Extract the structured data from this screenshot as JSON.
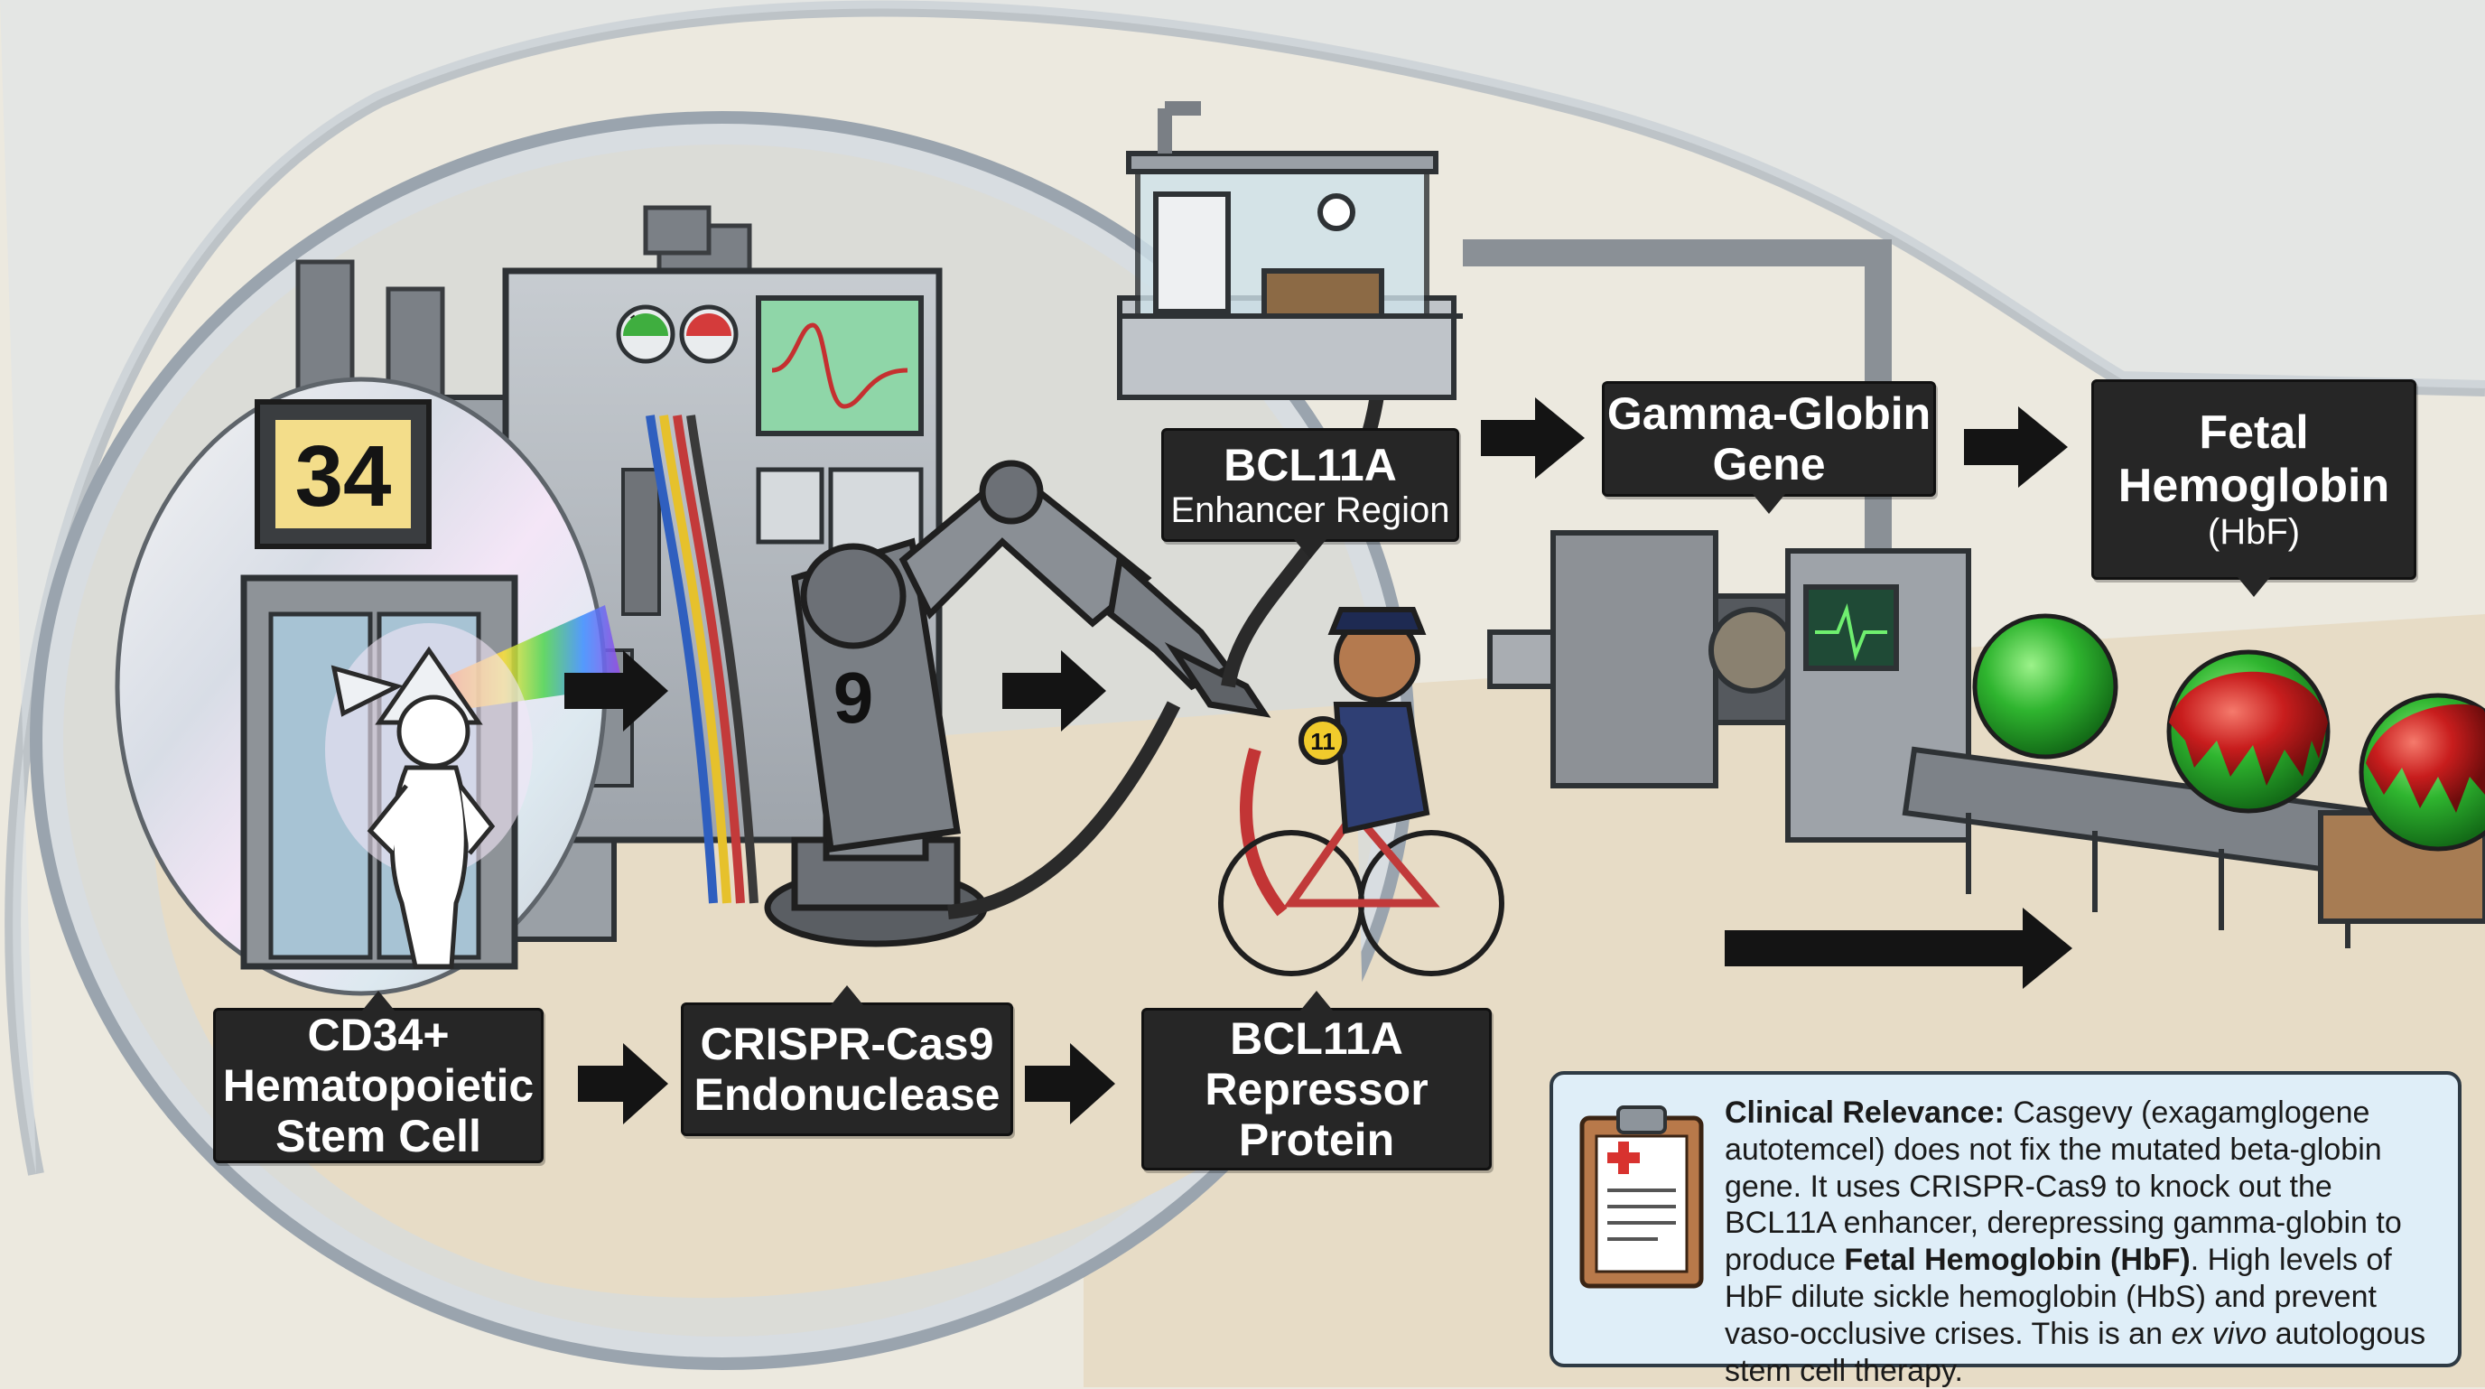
{
  "cells": {
    "cd34": "CD34+",
    "cd34_l2": "Hematopoietic",
    "cd34_l3": "Stem Cell",
    "crispr_l1": "CRISPR-Cas9",
    "crispr_l2": "Endonuclease",
    "repressor_l1": "BCL11A",
    "repressor_l2": "Repressor",
    "repressor_l3": "Protein",
    "enhancer_l1": "BCL11A",
    "enhancer_l2": "Enhancer Region",
    "gamma_l1": "Gamma-Globin",
    "gamma_l2": "Gene",
    "fetal_l1": "Fetal",
    "fetal_l2": "Hemoglobin",
    "fetal_l3": "(HbF)"
  },
  "props": {
    "elevator_number": "34",
    "arm_number": "9",
    "badge_number": "11"
  },
  "clinical": {
    "heading": "Clinical Relevance:",
    "t1": " Casgevy (exagamglogene autotemcel) does not fix the mutated beta-globin gene. It uses CRISPR-Cas9 to knock out the BCL11A enhancer, derepressing gamma-globin to produce ",
    "b1": "Fetal Hemoglobin (HbF)",
    "t2": ". High levels of HbF dilute sickle hemoglobin (HbS) and prevent vaso-occlusive crises. This is an ",
    "i1": "ex vivo",
    "t3": " autologous stem cell therapy."
  },
  "colors": {
    "label_bg": "#262626",
    "panel_bg": "#dfeef8",
    "healthy_ball": "#2fb52f",
    "sickle_ball": "#c81d1d"
  }
}
